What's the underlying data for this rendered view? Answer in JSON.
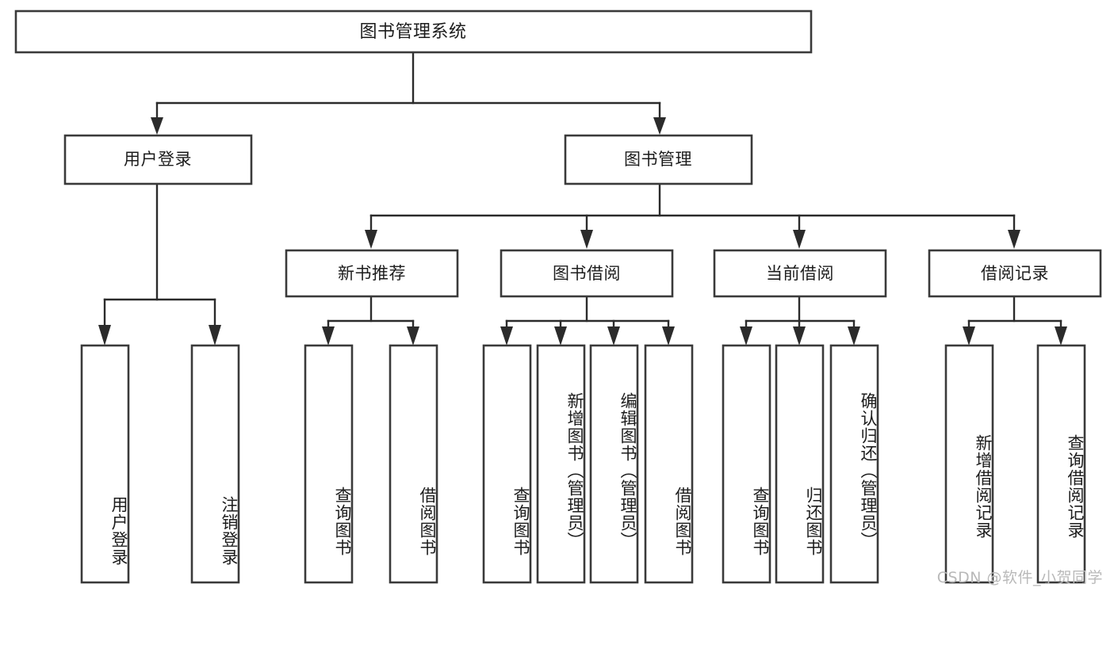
{
  "diagram": {
    "type": "tree",
    "orientation": "top-down",
    "title_node": {
      "label": "图书管理系统"
    },
    "colors": {
      "box_stroke": "#3a3a3a",
      "box_fill": "#ffffff",
      "connector": "#2b2b2b",
      "text": "#1c1c1c",
      "watermark": "#b9b9b9",
      "background": "#ffffff"
    },
    "level2": [
      {
        "label": "用户登录"
      },
      {
        "label": "图书管理"
      }
    ],
    "level3": [
      {
        "label": "新书推荐"
      },
      {
        "label": "图书借阅"
      },
      {
        "label": "当前借阅"
      },
      {
        "label": "借阅记录"
      }
    ],
    "leaves": {
      "user_login": [
        {
          "label": "用户登录"
        },
        {
          "label": "注销登录"
        }
      ],
      "new_book_recommend": [
        {
          "label": "查询图书"
        },
        {
          "label": "借阅图书"
        }
      ],
      "book_borrow": [
        {
          "label": "查询图书"
        },
        {
          "label": "新增图书（管理员）"
        },
        {
          "label": "编辑图书（管理员）"
        },
        {
          "label": "借阅图书"
        }
      ],
      "current_borrow": [
        {
          "label": "查询图书"
        },
        {
          "label": "归还图书"
        },
        {
          "label": "确认归还（管理员）"
        }
      ],
      "borrow_records": [
        {
          "label": "新增借阅记录"
        },
        {
          "label": "查询借阅记录"
        }
      ]
    }
  },
  "watermark": {
    "text": "CSDN @软件_小贺同学"
  }
}
